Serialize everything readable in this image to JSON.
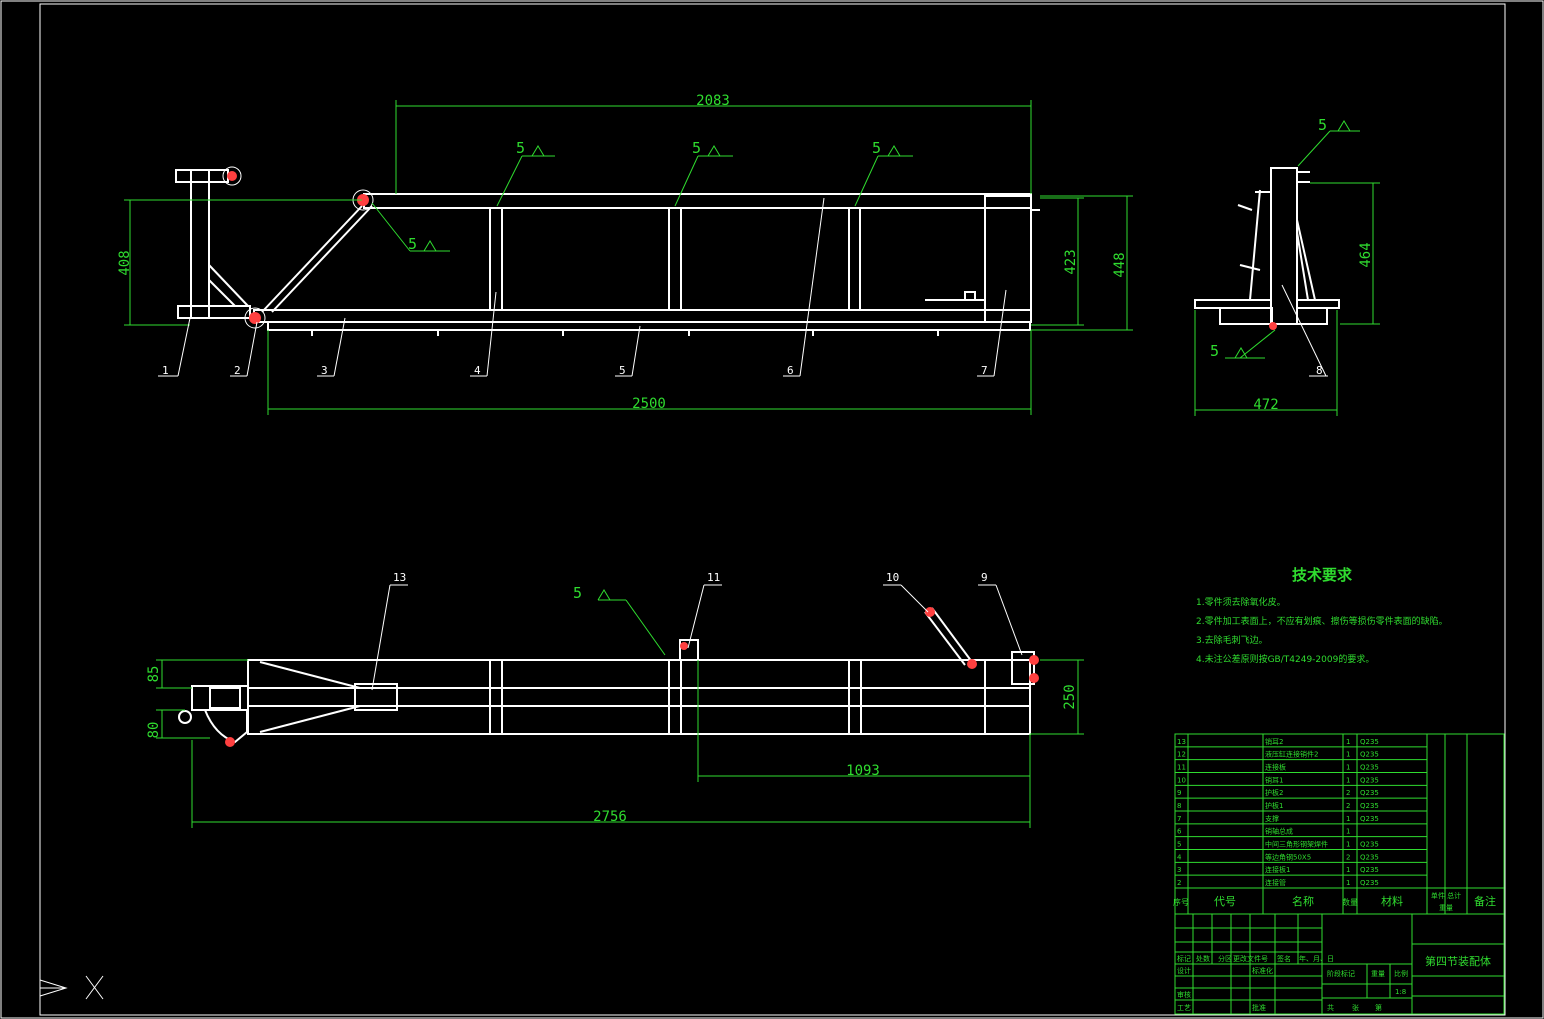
{
  "dimensions": {
    "front": {
      "top_length": "2083",
      "height_left": "408",
      "height_right_inner": "423",
      "height_right_outer": "448",
      "bottom_length": "2500"
    },
    "side": {
      "height": "464",
      "width": "472"
    },
    "bottom_view": {
      "left_upper": "85",
      "left_lower": "80",
      "right_height": "250",
      "partial_length": "1093",
      "total_length": "2756"
    }
  },
  "weld_symbol": "5",
  "part_labels": {
    "front": [
      "1",
      "2",
      "3",
      "4",
      "5",
      "6",
      "7"
    ],
    "side": [
      "8"
    ],
    "bottom": [
      "13",
      "11",
      "10",
      "9"
    ]
  },
  "tech_requirements": {
    "title": "技术要求",
    "items": [
      "1.零件须去除氧化皮。",
      "2.零件加工表面上，不应有划痕、擦伤等损伤零件表面的缺陷。",
      "3.去除毛刺飞边。",
      "4.未注公差原则按GB/T4249-2009的要求。"
    ]
  },
  "bom": {
    "rows": [
      {
        "no": "13",
        "name": "销耳2",
        "qty": "1",
        "material": "Q235"
      },
      {
        "no": "12",
        "name": "液压缸连接销件2",
        "qty": "1",
        "material": "Q235"
      },
      {
        "no": "11",
        "name": "连接板",
        "qty": "1",
        "material": "Q235"
      },
      {
        "no": "10",
        "name": "销耳1",
        "qty": "1",
        "material": "Q235"
      },
      {
        "no": "9",
        "name": "护板2",
        "qty": "2",
        "material": "Q235"
      },
      {
        "no": "8",
        "name": "护板1",
        "qty": "2",
        "material": "Q235"
      },
      {
        "no": "7",
        "name": "支撑",
        "qty": "1",
        "material": "Q235"
      },
      {
        "no": "6",
        "name": "销轴总成",
        "qty": "1",
        "material": ""
      },
      {
        "no": "5",
        "name": "中间三角形钢架焊件",
        "qty": "1",
        "material": "Q235"
      },
      {
        "no": "4",
        "name": "等边角钢50X5",
        "qty": "2",
        "material": "Q235"
      },
      {
        "no": "3",
        "name": "连接板1",
        "qty": "1",
        "material": "Q235"
      },
      {
        "no": "2",
        "name": "连接管",
        "qty": "1",
        "material": "Q235"
      }
    ],
    "headers": {
      "seq": "序号",
      "code": "代号",
      "name": "名称",
      "qty": "数量",
      "material": "材料",
      "unit_total": "单件 总计",
      "weight": "重量",
      "remark": "备注"
    }
  },
  "title_block": {
    "drawing_title": "第四节装配体",
    "marks": "标记",
    "count": "处数",
    "zone": "分区",
    "change_doc": "更改文件号",
    "signature": "签名",
    "date": "年、月、日",
    "design": "设计",
    "standardization": "标准化",
    "stage_mark": "阶段标记",
    "weight": "重量",
    "scale": "比例",
    "scale_value": "1:8",
    "review": "审核",
    "process": "工艺",
    "approve": "批准",
    "sheets_total": "共",
    "sheet": "张",
    "sheet_no": "第"
  }
}
